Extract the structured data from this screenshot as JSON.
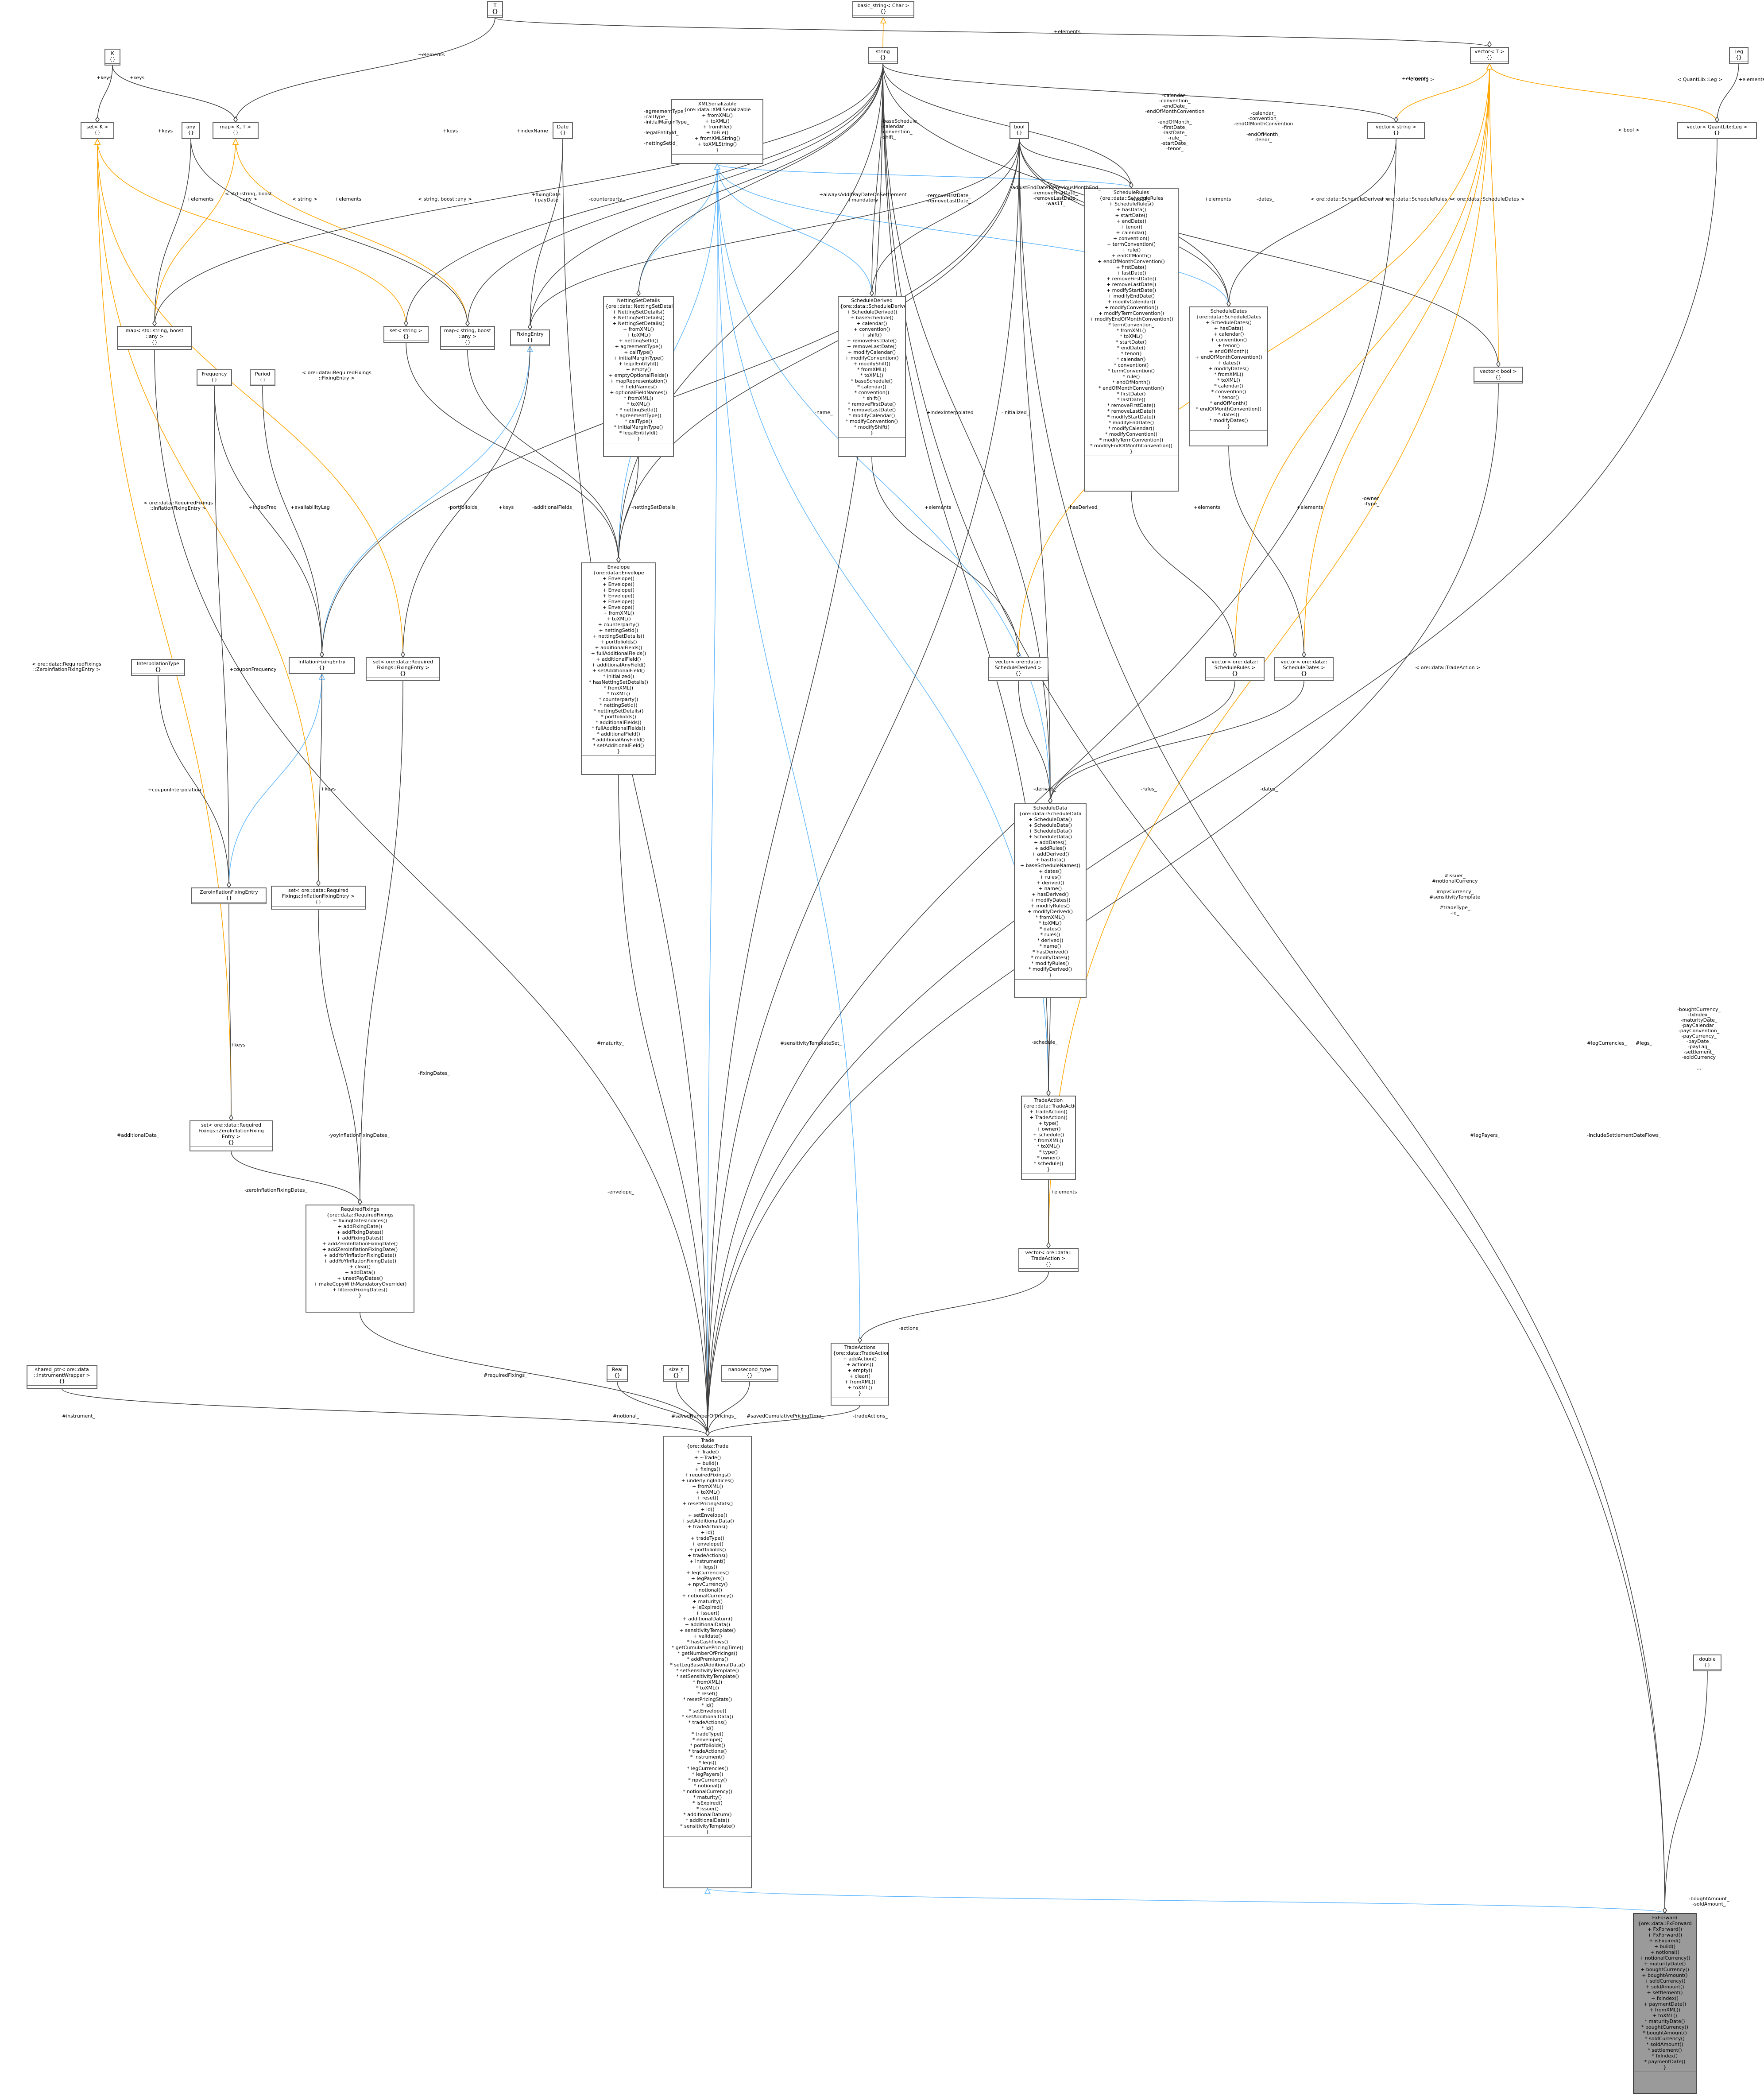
{
  "colors": {
    "composition": "#404040",
    "inheritance": "#63b8ff",
    "template": "#ffa500",
    "focus_fill": "#9a9a9a"
  },
  "nodes": [
    {
      "id": "T",
      "title": "T\n{}",
      "members": ""
    },
    {
      "id": "basic_string",
      "title": "basic_string< Char >\n{}",
      "members": ""
    },
    {
      "id": "K",
      "title": "K\n{}",
      "members": ""
    },
    {
      "id": "string",
      "title": "string\n{}",
      "members": ""
    },
    {
      "id": "vectorT",
      "title": "vector< T >\n{}",
      "members": ""
    },
    {
      "id": "Leg",
      "title": "Leg\n{}",
      "members": ""
    },
    {
      "id": "setK",
      "title": "set< K >\n{}",
      "members": ""
    },
    {
      "id": "mapKT",
      "title": "map< K, T >\n{}",
      "members": ""
    },
    {
      "id": "any",
      "title": "any\n{}",
      "members": ""
    },
    {
      "id": "Date",
      "title": "Date\n{}",
      "members": ""
    },
    {
      "id": "XMLSerializable",
      "title": "XMLSerializable\n{ore::data::XMLSerializable\n+ fromXML()\n+ toXML()\n+ fromFile()\n+ toFile()\n+ fromXMLString()\n+ toXMLString()\n}",
      "members": ""
    },
    {
      "id": "bool",
      "title": "bool\n{}",
      "members": ""
    },
    {
      "id": "vectorString",
      "title": "vector< string >\n{}",
      "members": ""
    },
    {
      "id": "vectorLeg",
      "title": "vector< QuantLib::Leg >\n{}",
      "members": ""
    },
    {
      "id": "ScheduleRules",
      "title": "ScheduleRules\n{ore::data::ScheduleRules\n+ ScheduleRules()\n+ hasData()\n+ startDate()\n+ endDate()\n+ tenor()\n+ calendar()\n+ convention()\n+ termConvention()\n+ rule()\n+ endOfMonth()\n+ endOfMonthConvention()\n+ firstDate()\n+ lastDate()\n+ removeFirstDate()\n+ removeLastDate()\n+ modifyStartDate()\n+ modifyEndDate()\n+ modifyCalendar()\n+ modifyConvention()\n+ modifyTermConvention()\n+ modifyEndOfMonthConvention()\n* termConvention_\n* fromXML()\n* toXML()\n* startDate()\n* endDate()\n* tenor()\n* calendar()\n* convention()\n* termConvention()\n* rule()\n* endOfMonth()\n* endOfMonthConvention()\n* firstDate()\n* lastDate()\n* removeFirstDate()\n* removeLastDate()\n* modifyStartDate()\n* modifyEndDate()\n* modifyCalendar()\n* modifyConvention()\n* modifyTermConvention()\n* modifyEndOfMonthConvention()\n}",
      "members": ""
    },
    {
      "id": "NettingSetDetails",
      "title": "NettingSetDetails\n{ore::data::NettingSetDetails\n+ NettingSetDetails()\n+ NettingSetDetails()\n+ NettingSetDetails()\n+ fromXML()\n+ toXML()\n+ nettingSetId()\n+ agreementType()\n+ callType()\n+ initialMarginType()\n+ legalEntityId()\n+ empty()\n+ emptyOptionalFields()\n+ mapRepresentation()\n+ fieldNames()\n+ optionalFieldNames()\n* fromXML()\n* toXML()\n* nettingSetId()\n* agreementType()\n* callType()\n* initialMarginType()\n* legalEntityId()\n}",
      "members": ""
    },
    {
      "id": "ScheduleDerived",
      "title": "ScheduleDerived\n{ore::data::ScheduleDerived\n+ ScheduleDerived()\n+ baseSchedule()\n+ calendar()\n+ convention()\n+ shift()\n+ removeFirstDate()\n+ removeLastDate()\n+ modifyCalendar()\n+ modifyConvention()\n+ modifyShift()\n* fromXML()\n* toXML()\n* baseSchedule()\n* calendar()\n* convention()\n* shift()\n* removeFirstDate()\n* removeLastDate()\n* modifyCalendar()\n* modifyConvention()\n* modifyShift()\n}",
      "members": ""
    },
    {
      "id": "ScheduleDates",
      "title": "ScheduleDates\n{ore::data::ScheduleDates\n+ ScheduleDates()\n+ hasData()\n+ calendar()\n+ convention()\n+ tenor()\n+ endOfMonth()\n+ endOfMonthConvention()\n+ dates()\n+ modifyDates()\n* fromXML()\n* toXML()\n* calendar()\n* convention()\n* tenor()\n* endOfMonth()\n* endOfMonthConvention()\n* dates()\n* modifyDates()\n}",
      "members": ""
    },
    {
      "id": "vectorBool",
      "title": "vector< bool >\n{}",
      "members": ""
    },
    {
      "id": "mapStringAny1",
      "title": "map< std::string, boost\n::any >\n{}",
      "members": ""
    },
    {
      "id": "Frequency",
      "title": "Frequency\n{}",
      "members": ""
    },
    {
      "id": "Period",
      "title": "Period\n{}",
      "members": ""
    },
    {
      "id": "setString",
      "title": "set< string >\n{}",
      "members": ""
    },
    {
      "id": "mapStringAny2",
      "title": "map< string, boost\n::any >\n{}",
      "members": ""
    },
    {
      "id": "FixingEntry",
      "title": "FixingEntry\n{}",
      "members": ""
    },
    {
      "id": "Envelope",
      "title": "Envelope\n{ore::data::Envelope\n+ Envelope()\n+ Envelope()\n+ Envelope()\n+ Envelope()\n+ Envelope()\n+ Envelope()\n+ fromXML()\n+ toXML()\n+ counterparty()\n+ nettingSetId()\n+ nettingSetDetails()\n+ portfolioIds()\n+ additionalFields()\n+ fullAdditionalFields()\n+ additionalField()\n+ additionalAnyField()\n+ setAdditionalField()\n* initialized()\n* hasNettingSetDetails()\n* fromXML()\n* toXML()\n* counterparty()\n* nettingSetId()\n* nettingSetDetails()\n* portfolioIds()\n* additionalFields()\n* fullAdditionalFields()\n* additionalField()\n* additionalAnyField()\n* setAdditionalField()\n}",
      "members": ""
    },
    {
      "id": "InterpolationType",
      "title": "InterpolationType\n{}",
      "members": ""
    },
    {
      "id": "InflationFixingEntry",
      "title": "InflationFixingEntry\n{}",
      "members": ""
    },
    {
      "id": "setRequiredFixing",
      "title": "set< ore::data::Required\nFixings::FixingEntry >\n{}",
      "members": ""
    },
    {
      "id": "vectorScheduleDerived",
      "title": "vector< ore::data::\nScheduleDerived >\n{}",
      "members": ""
    },
    {
      "id": "vectorScheduleRules",
      "title": "vector< ore::data::\nScheduleRules >\n{}",
      "members": ""
    },
    {
      "id": "vectorScheduleDates",
      "title": "vector< ore::data::\nScheduleDates >\n{}",
      "members": ""
    },
    {
      "id": "ScheduleData",
      "title": "ScheduleData\n{ore::data::ScheduleData\n+ ScheduleData()\n+ ScheduleData()\n+ ScheduleData()\n+ ScheduleData()\n+ addDates()\n+ addRules()\n+ addDerived()\n+ hasData()\n+ baseScheduleNames()\n+ dates()\n+ rules()\n+ derived()\n+ name()\n+ hasDerived()\n+ modifyDates()\n+ modifyRules()\n+ modifyDerived()\n* fromXML()\n* toXML()\n* dates()\n* rules()\n* derived()\n* name()\n* hasDerived()\n* modifyDates()\n* modifyRules()\n* modifyDerived()\n}",
      "members": ""
    },
    {
      "id": "ZeroInflationFixingEntry",
      "title": "ZeroInflationFixingEntry\n{}",
      "members": ""
    },
    {
      "id": "setInflationFixing",
      "title": "set< ore::data::Required\nFixings::InflationFixingEntry >\n{}",
      "members": ""
    },
    {
      "id": "TradeAction",
      "title": "TradeAction\n{ore::data::TradeAction\n+ TradeAction()\n+ TradeAction()\n+ type()\n+ owner()\n+ schedule()\n* fromXML()\n* toXML()\n* type()\n* owner()\n* schedule()\n}",
      "members": ""
    },
    {
      "id": "setZeroInflationFixing",
      "title": "set< ore::data::Required\nFixings::ZeroInflationFixing\nEntry >\n{}",
      "members": ""
    },
    {
      "id": "vectorTradeAction",
      "title": "vector< ore::data::\nTradeAction >\n{}",
      "members": ""
    },
    {
      "id": "RequiredFixings",
      "title": "RequiredFixings\n{ore::data::RequiredFixings\n+ fixingDatesIndices()\n+ addFixingDate()\n+ addFixingDates()\n+ addFixingDates()\n+ addZeroInflationFixingDate()\n+ addZeroInflationFixingDate()\n+ addYoYInflationFixingDate()\n+ addYoYInflationFixingDate()\n+ clear()\n+ addData()\n+ unsetPayDates()\n+ makeCopyWithMandatoryOverride()\n+ filteredFixingDates()\n}",
      "members": ""
    },
    {
      "id": "TradeActions",
      "title": "TradeActions\n{ore::data::TradeActions\n+ addAction()\n+ actions()\n+ empty()\n+ clear()\n+ fromXML()\n+ toXML()\n}",
      "members": ""
    },
    {
      "id": "sharedPtr",
      "title": "shared_ptr< ore::data\n::InstrumentWrapper >\n{}",
      "members": ""
    },
    {
      "id": "Real",
      "title": "Real\n{}",
      "members": ""
    },
    {
      "id": "size_t",
      "title": "size_t\n{}",
      "members": ""
    },
    {
      "id": "nanosecond",
      "title": "nanosecond_type\n{}",
      "members": ""
    },
    {
      "id": "Trade",
      "title": "Trade\n{ore::data::Trade\n+ Trade()\n+ ~Trade()\n+ build()\n+ fixings()\n+ requiredFixings()\n+ underlyingIndices()\n+ fromXML()\n+ toXML()\n+ reset()\n+ resetPricingStats()\n+ id()\n+ setEnvelope()\n+ setAdditionalData()\n+ tradeActions()\n+ id()\n+ tradeType()\n+ envelope()\n+ portfolioIds()\n+ tradeActions()\n+ instrument()\n+ legs()\n+ legCurrencies()\n+ legPayers()\n+ npvCurrency()\n+ notional()\n+ notionalCurrency()\n+ maturity()\n+ isExpired()\n+ issuer()\n+ additionalDatum()\n+ additionalData()\n+ sensitivityTemplate()\n+ validate()\n* hasCashflows()\n* getCumulativePricingTime()\n* getNumberOfPricings()\n* addPremiums()\n* setLegBasedAdditionalData()\n* setSensitivityTemplate()\n* setSensitivityTemplate()\n* fromXML()\n* toXML()\n* reset()\n* resetPricingStats()\n* id()\n* setEnvelope()\n* setAdditionalData()\n* tradeActions()\n* id()\n* tradeType()\n* envelope()\n* portfolioIds()\n* tradeActions()\n* instrument()\n* legs()\n* legCurrencies()\n* legPayers()\n* npvCurrency()\n* notional()\n* notionalCurrency()\n* maturity()\n* isExpired()\n* issuer()\n* additionalDatum()\n* additionalData()\n* sensitivityTemplate()\n}",
      "members": ""
    },
    {
      "id": "double",
      "title": "double\n{}",
      "members": ""
    },
    {
      "id": "FxForward",
      "title": "FxForward\n{ore::data::FxForward\n+ FxForward()\n+ FxForward()\n+ isExpired()\n+ build()\n+ notional()\n+ notionalCurrency()\n+ maturityDate()\n+ boughtCurrency()\n+ boughtAmount()\n+ soldCurrency()\n+ soldAmount()\n+ settlement()\n+ fxIndex()\n+ paymentDate()\n+ fromXML()\n+ toXML()\n* maturityDate()\n* boughtCurrency()\n* boughtAmount()\n* soldCurrency()\n* soldAmount()\n* settlement()\n* fxIndex()\n* paymentDate()\n}",
      "members": ""
    }
  ],
  "edge_labels": [
    {
      "id": "l1",
      "text": "+elements"
    },
    {
      "id": "l2",
      "text": "+elements"
    },
    {
      "id": "l3",
      "text": "+keys"
    },
    {
      "id": "l4",
      "text": "+keys"
    },
    {
      "id": "l5",
      "text": "+keys"
    },
    {
      "id": "l6",
      "text": "+keys"
    },
    {
      "id": "l7",
      "text": "+indexName"
    },
    {
      "id": "l8",
      "text": "-agreementType_\n-callType_\n-initialMarginType_\n\n-legalEntityId_\n\n-nettingSetId_"
    },
    {
      "id": "l9",
      "text": "-baseSchedule_\n-calendar_\n-convention_\n-shift_"
    },
    {
      "id": "l10",
      "text": "-calendar_\n-convention_\n-endDate_\n-endOfMonthConvention\n\n-endOfMonth_\n-firstDate_\n-lastDate_\n-rule_\n-startDate_\n-tenor_"
    },
    {
      "id": "l11",
      "text": "-calendar_\n-convention_\n-endOfMonthConvention\n\n-endOfMonth_\n-tenor_"
    },
    {
      "id": "l12",
      "text": "+elements"
    },
    {
      "id": "l13",
      "text": "< string >"
    },
    {
      "id": "l14",
      "text": "< QuantLib::Leg >"
    },
    {
      "id": "l15",
      "text": "+elements"
    },
    {
      "id": "l16",
      "text": "+elements"
    },
    {
      "id": "l17",
      "text": "< std::string, boost\n::any >"
    },
    {
      "id": "l18",
      "text": "< string >"
    },
    {
      "id": "l19",
      "text": "+elements"
    },
    {
      "id": "l20",
      "text": "< string, boost::any >"
    },
    {
      "id": "l21",
      "text": "-counterparty_"
    },
    {
      "id": "l22",
      "text": "+fixingDate\n+payDate"
    },
    {
      "id": "l23",
      "text": "+alwaysAddIfPayDateOnSettlement\n+mandatory"
    },
    {
      "id": "l24",
      "text": "-removeFirstDate_\n-removeLastDate_"
    },
    {
      "id": "l25",
      "text": "-adjustEndDateToPreviousMonthEnd_\n-removeFirstDate_\n-removeLastDate_\n-was1T_"
    },
    {
      "id": "l26",
      "text": "-was1T_"
    },
    {
      "id": "l27",
      "text": "+elements"
    },
    {
      "id": "l28",
      "text": "-dates_"
    },
    {
      "id": "l29",
      "text": "< ore::data::ScheduleDerived >"
    },
    {
      "id": "l30",
      "text": "< ore::data::ScheduleRules >"
    },
    {
      "id": "l31",
      "text": "< ore::data::ScheduleDates >"
    },
    {
      "id": "l32",
      "text": "< bool >"
    },
    {
      "id": "l33",
      "text": "< ore::data::RequiredFixings\n::FixingEntry >"
    },
    {
      "id": "l34",
      "text": "-name_"
    },
    {
      "id": "l35",
      "text": "+indexInterpolated"
    },
    {
      "id": "l36",
      "text": "-initialized_"
    },
    {
      "id": "l37",
      "text": "-owner_\n-type_"
    },
    {
      "id": "l38",
      "text": "-portfolioIds_"
    },
    {
      "id": "l39",
      "text": "+keys"
    },
    {
      "id": "l40",
      "text": "-additionalFields_"
    },
    {
      "id": "l41",
      "text": "-nettingSetDetails_"
    },
    {
      "id": "l42",
      "text": "+elements"
    },
    {
      "id": "l43",
      "text": "-hasDerived_"
    },
    {
      "id": "l44",
      "text": "+elements"
    },
    {
      "id": "l45",
      "text": "+elements"
    },
    {
      "id": "l46",
      "text": "+indexFreq"
    },
    {
      "id": "l47",
      "text": "+availabilityLag"
    },
    {
      "id": "l48",
      "text": "< ore::data::RequiredFixings\n::InflationFixingEntry >"
    },
    {
      "id": "l49",
      "text": "< ore::data::RequiredFixings\n::ZeroInflationFixingEntry >"
    },
    {
      "id": "l50",
      "text": "+couponFrequency"
    },
    {
      "id": "l51",
      "text": "-derived_"
    },
    {
      "id": "l52",
      "text": "-rules_"
    },
    {
      "id": "l53",
      "text": "-dates_"
    },
    {
      "id": "l54",
      "text": "+couponInterpolation"
    },
    {
      "id": "l55",
      "text": "+keys"
    },
    {
      "id": "l56",
      "text": "< ore::data::TradeAction >"
    },
    {
      "id": "l57",
      "text": "#issuer_\n#notionalCurrency\n\n#npvCurrency_\n#sensitivityTemplate\n\n#tradeType_\n-id_"
    },
    {
      "id": "l58",
      "text": "-schedule_"
    },
    {
      "id": "l59",
      "text": "+keys"
    },
    {
      "id": "l60",
      "text": "#maturity_"
    },
    {
      "id": "l61",
      "text": "#sensitivityTemplateSet_"
    },
    {
      "id": "l62",
      "text": "#legCurrencies_"
    },
    {
      "id": "l63",
      "text": "#legs_"
    },
    {
      "id": "l64",
      "text": "-boughtCurrency_\n-fxIndex_\n-maturityDate_\n-payCalendar_\n-payConvention_\n-payCurrency_\n-payDate_\n-payLag_\n-settlement_\n-soldCurrency\n\n..."
    },
    {
      "id": "l65",
      "text": "#additionalData_"
    },
    {
      "id": "l66",
      "text": "-zeroInflationFixingDates_"
    },
    {
      "id": "l67",
      "text": "-yoyInflationFixingDates_"
    },
    {
      "id": "l68",
      "text": "-fixingDates_"
    },
    {
      "id": "l69",
      "text": "+elements"
    },
    {
      "id": "l70",
      "text": "#legPayers_"
    },
    {
      "id": "l71",
      "text": "-includeSettlementDateFlows_"
    },
    {
      "id": "l72",
      "text": "-envelope_"
    },
    {
      "id": "l73",
      "text": "-actions_"
    },
    {
      "id": "l74",
      "text": "#instrument_"
    },
    {
      "id": "l75",
      "text": "#requiredFixings_"
    },
    {
      "id": "l76",
      "text": "#notional_"
    },
    {
      "id": "l77",
      "text": "#savedNumberOfPricings_"
    },
    {
      "id": "l78",
      "text": "#savedCumulativePricingTime_"
    },
    {
      "id": "l79",
      "text": "-tradeActions_"
    },
    {
      "id": "l80",
      "text": "-boughtAmount_\n-soldAmount_"
    }
  ]
}
